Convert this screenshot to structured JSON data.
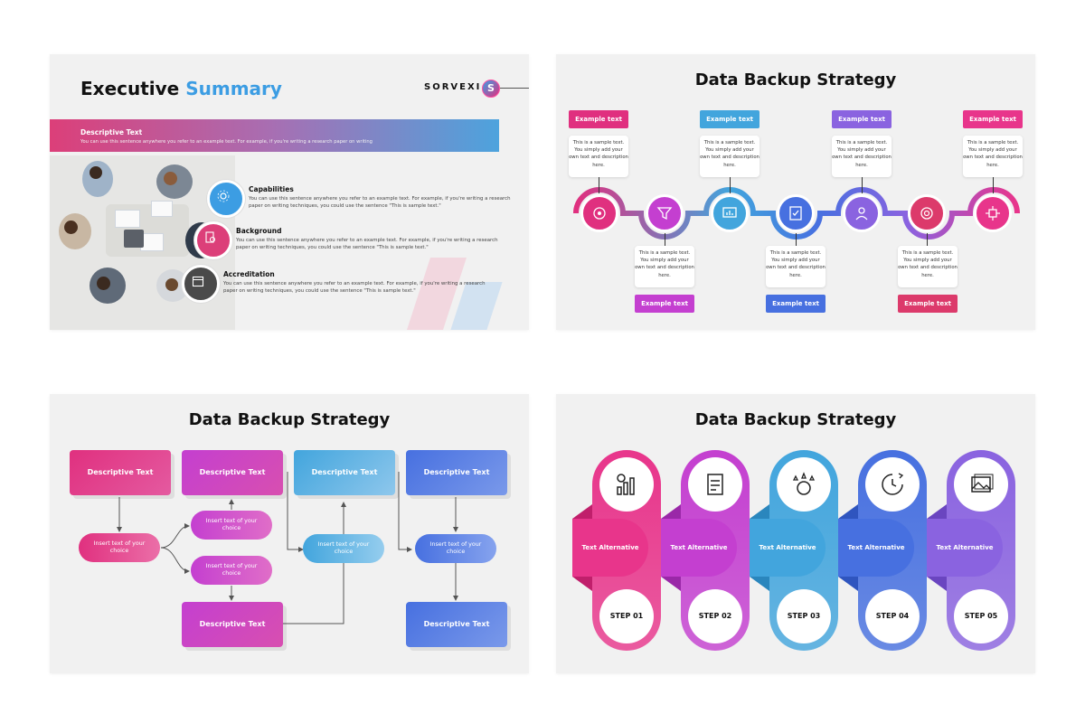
{
  "slide1": {
    "title_part1": "Executive",
    "title_part2": "Summary",
    "brand": "SORVEXI",
    "brand_logo_letter": "S",
    "banner_title": "Descriptive Text",
    "banner_text": "You can use this sentence anywhere you refer to an example text. For example, if you're writing a research paper on writing",
    "features": [
      {
        "title": "Capabilities",
        "text": "You can use this sentence anywhere you refer to an example text. For example, if you're writing a research paper on writing techniques, you could use the sentence \"This is sample text.\"",
        "color": "#3c9de3",
        "icon": "gear-network-icon"
      },
      {
        "title": "Background",
        "text": "You can use this sentence anywhere you refer to an example text. For example, if you're writing a research paper on writing techniques, you could use the sentence \"This is sample text.\"",
        "color": "#dc3f79",
        "icon": "document-search-icon"
      },
      {
        "title": "Accreditation",
        "text": "You can use this sentence anywhere you refer to an example text. For example, if you're writing a research paper on writing techniques, you could use the sentence \"This is sample text.\"",
        "color": "#4a4a4a",
        "icon": "calendar-icon"
      }
    ]
  },
  "slide2": {
    "title": "Data Backup Strategy",
    "items": [
      {
        "label": "Example text",
        "text": "This is a sample text. You simply add your own text and description here.",
        "color": "#e0307f",
        "icon": "brain-gear-icon"
      },
      {
        "label": "Example text",
        "text": "This is a sample text. You simply add your own text and description here.",
        "color": "#c43fd0",
        "icon": "funnel-icon"
      },
      {
        "label": "Example text",
        "text": "This is a sample text. You simply add your own text and description here.",
        "color": "#42a5dd",
        "icon": "chart-board-icon"
      },
      {
        "label": "Example text",
        "text": "This is a sample text. You simply add your own text and description here.",
        "color": "#4770e0",
        "icon": "checklist-icon"
      },
      {
        "label": "Example text",
        "text": "This is a sample text. You simply add your own text and description here.",
        "color": "#8a63e0",
        "icon": "presenter-icon"
      },
      {
        "label": "Example text",
        "text": "This is a sample text. You simply add your own text and description here.",
        "color": "#dc3a6b",
        "icon": "head-gear-icon"
      },
      {
        "label": "Example text",
        "text": "This is a sample text. You simply add your own text and description here.",
        "color": "#e8358b",
        "icon": "circuit-icon"
      }
    ]
  },
  "slide3": {
    "title": "Data Backup Strategy",
    "boxes": [
      "Descriptive Text",
      "Descriptive Text",
      "Descriptive Text",
      "Descriptive Text",
      "Descriptive Text",
      "Descriptive Text"
    ],
    "pills": [
      "Insert text of your choice",
      "Insert text of your choice",
      "Insert text of your choice",
      "Insert text of your choice",
      "Insert text of your choice"
    ]
  },
  "slide4": {
    "title": "Data Backup Strategy",
    "steps": [
      {
        "label": "Text Alternative",
        "step": "STEP 01",
        "color": "#e8358b",
        "dark": "#c01f6b",
        "icon": "growth-chart-icon"
      },
      {
        "label": "Text Alternative",
        "step": "STEP 02",
        "color": "#c43fd0",
        "dark": "#9a28a8",
        "icon": "receipt-icon"
      },
      {
        "label": "Text Alternative",
        "step": "STEP 03",
        "color": "#42a5dd",
        "dark": "#2a86bd",
        "icon": "award-icon"
      },
      {
        "label": "Text Alternative",
        "step": "STEP 04",
        "color": "#4770e0",
        "dark": "#2f55bf",
        "icon": "clock-24-icon"
      },
      {
        "label": "Text Alternative",
        "step": "STEP 05",
        "color": "#8a63e0",
        "dark": "#6a45c0",
        "icon": "gallery-icon"
      }
    ]
  }
}
